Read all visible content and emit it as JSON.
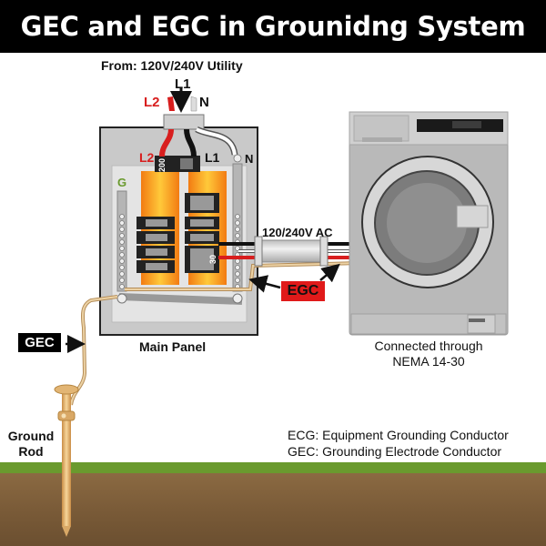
{
  "title": "GEC and EGC in Grounidng System",
  "source": {
    "label": "From: 120V/240V Utility",
    "lines": {
      "l1": "L1",
      "l2": "L2",
      "n": "N"
    }
  },
  "panel": {
    "label": "Main Panel",
    "terminal_l2": "L2",
    "terminal_l1": "L1",
    "neutral_bar": "N",
    "ground_bar": "G",
    "main_breaker_rating": "200",
    "branch_breaker_rating": "30"
  },
  "circuit": {
    "voltage_label": "120/240V AC",
    "egc_tag": "EGC"
  },
  "appliance": {
    "caption_line1": "Connected through",
    "caption_line2": "NEMA 14-30"
  },
  "grounding": {
    "gec_tag": "GEC",
    "rod_label_line1": "Ground",
    "rod_label_line2": "Rod"
  },
  "legend": {
    "line1": "ECG: Equipment Grounding Conductor",
    "line2": "GEC: Grounding Electrode Conductor"
  },
  "colors": {
    "hot_l2": "#d81e1e",
    "hot_l1": "#111111",
    "neutral": "#ffffff",
    "ground_wire": "#d9b680",
    "grass": "#6a9a2e",
    "soil": "#7b5c3a",
    "busbar": "#f59a1c"
  }
}
